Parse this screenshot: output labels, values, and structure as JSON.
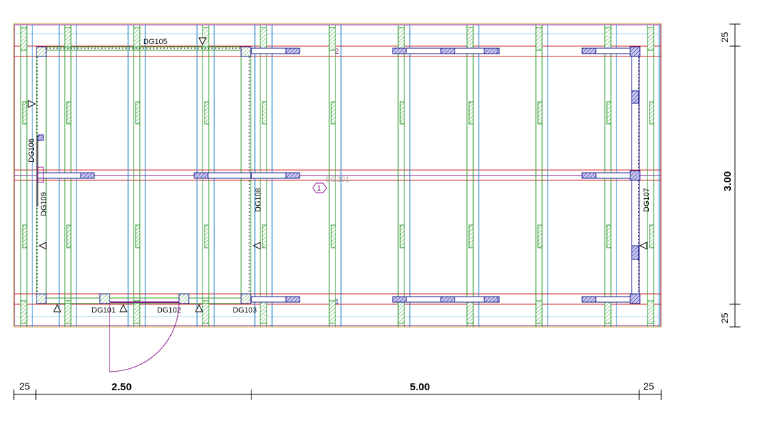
{
  "drawing": {
    "beam_labels": {
      "top": "DG105",
      "left_upper": "DG106",
      "left_lower": "DG109",
      "mid": "DG108",
      "right": "DG107",
      "bottom_1": "DG101",
      "bottom_2": "DG102",
      "bottom_3": "DG103",
      "center_faint": "BG201"
    },
    "axis_marks": {
      "top": "2",
      "bottom": "1",
      "section_tag": "1"
    },
    "dimensions": {
      "bottom": [
        "25",
        "2.50",
        "5.00",
        "25"
      ],
      "right": [
        "25",
        "3.00",
        "25"
      ]
    },
    "colors": {
      "grid_red": "#d42020",
      "green": "#2a9a2a",
      "blue": "#1c7ec8",
      "navy": "#1a1a8c",
      "purple": "#8a1a8a",
      "border": "#c8a040"
    }
  }
}
